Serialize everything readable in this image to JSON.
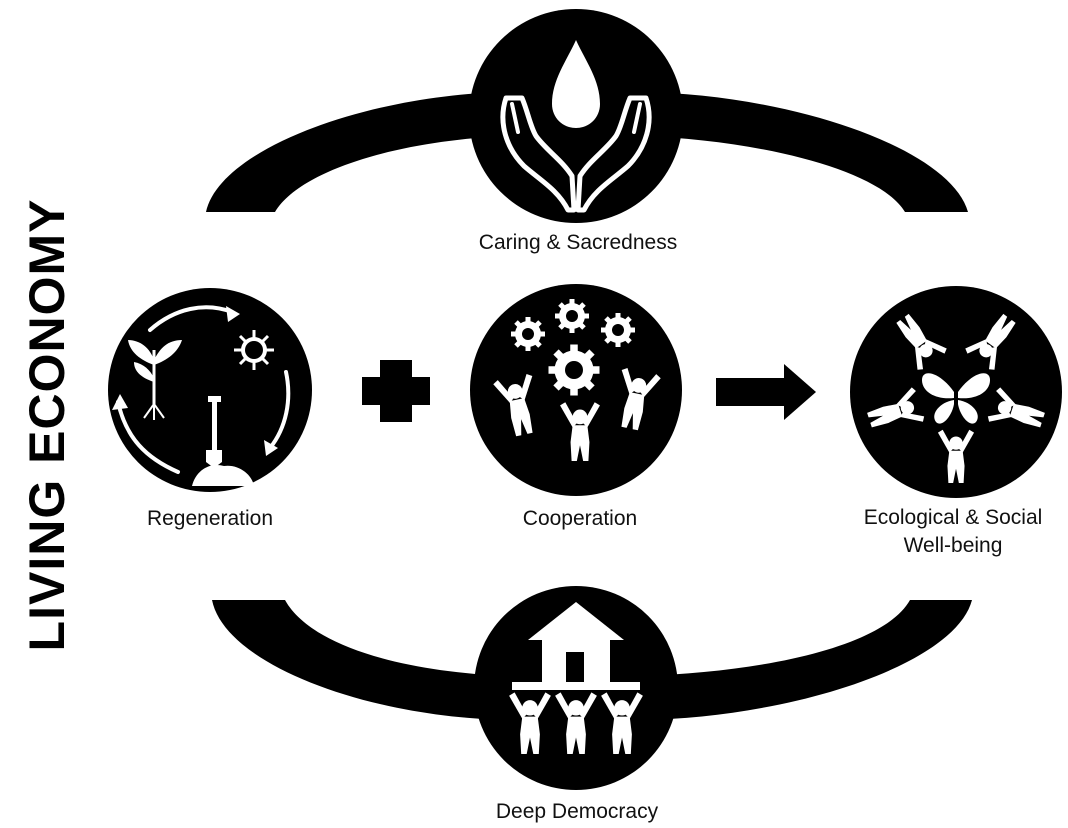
{
  "title": "LIVING ECONOMY",
  "nodes": {
    "caring": {
      "label": "Caring & Sacredness",
      "icon": "hands-water-drop-icon"
    },
    "regeneration": {
      "label": "Regeneration",
      "icon": "regeneration-cycle-icon"
    },
    "cooperation": {
      "label": "Cooperation",
      "icon": "people-gears-icon"
    },
    "wellbeing": {
      "label_line1": "Ecological & Social",
      "label_line2": "Well-being",
      "icon": "people-butterfly-icon"
    },
    "democracy": {
      "label": "Deep Democracy",
      "icon": "people-lifting-house-icon"
    }
  },
  "operators": {
    "plus": "plus-icon",
    "arrow": "right-arrow-icon"
  },
  "colors": {
    "ink": "#000000",
    "background": "#ffffff"
  }
}
